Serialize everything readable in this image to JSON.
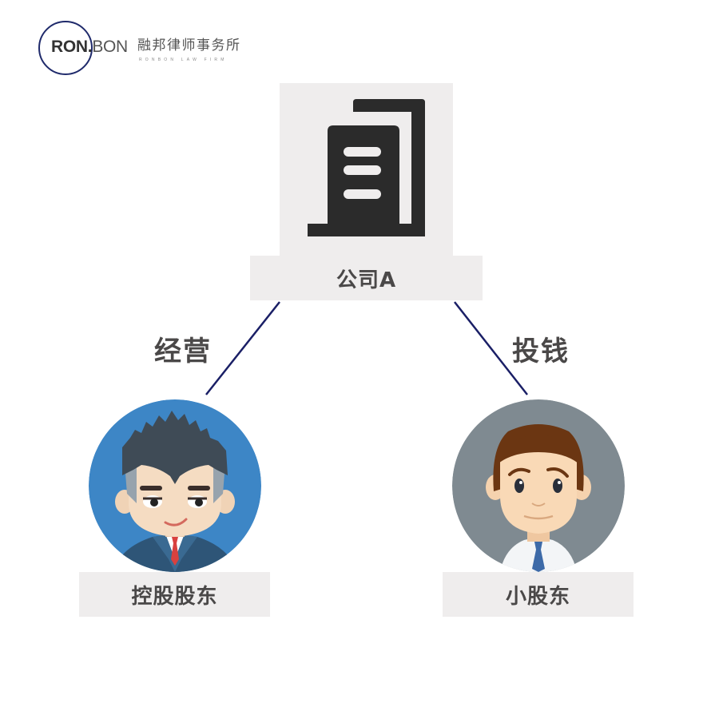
{
  "header": {
    "logo": {
      "bold_part": "RON.",
      "light_part": "BON",
      "circle_color": "#1f2a6b"
    },
    "firm_name_cn": "融邦律师事务所",
    "firm_name_en": "RONBON LAW FIRM"
  },
  "diagram": {
    "company": {
      "icon": "building-icon",
      "label": "公司A"
    },
    "relations": [
      {
        "label": "经营",
        "from": "控股股东",
        "to": "公司A"
      },
      {
        "label": "投钱",
        "from": "小股东",
        "to": "公司A"
      }
    ],
    "parties": [
      {
        "label": "控股股东",
        "avatar": "businessman-avatar",
        "avatar_bg": "#3d86c6"
      },
      {
        "label": "小股东",
        "avatar": "employee-avatar",
        "avatar_bg": "#7f8a91"
      }
    ],
    "colors": {
      "connector_line": "#1a1f66",
      "box_bg": "#efeded",
      "text": "#4a4848",
      "icon": "#2b2b2b"
    }
  }
}
